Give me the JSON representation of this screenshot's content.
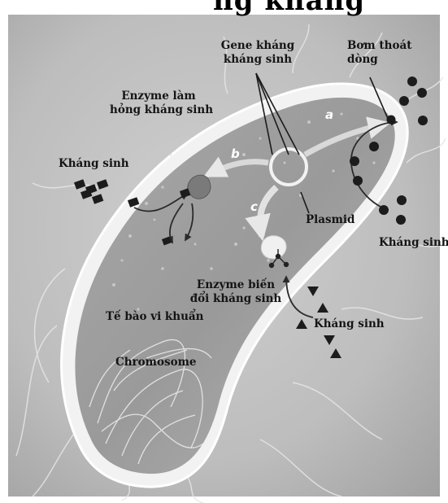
{
  "title_fragment": "ng kháng",
  "labels": {
    "gene": [
      "Gene kháng",
      "kháng sinh"
    ],
    "pump": [
      "Bơm thoát",
      "dòng"
    ],
    "enzyme_destroy": [
      "Enzyme làm",
      "hỏng kháng sinh"
    ],
    "antibiotic_left": "Kháng sinh",
    "plasmid": "Plasmid",
    "antibiotic_right": "Kháng sinh",
    "enzyme_modify": [
      "Enzyme biến",
      "đổi kháng sinh"
    ],
    "antibiotic_bottom": "Kháng sinh",
    "cell": "Tế bào vi khuẩn",
    "chromosome": "Chromosome"
  },
  "path_letters": {
    "a": "a",
    "b": "b",
    "c": "c"
  },
  "colors": {
    "background": "#bdbdbd",
    "cell_wall": "#f4f4f4",
    "cytoplasm": "#9a9a9a",
    "antibiotic": "#1c1c1c",
    "text": "#141414"
  }
}
